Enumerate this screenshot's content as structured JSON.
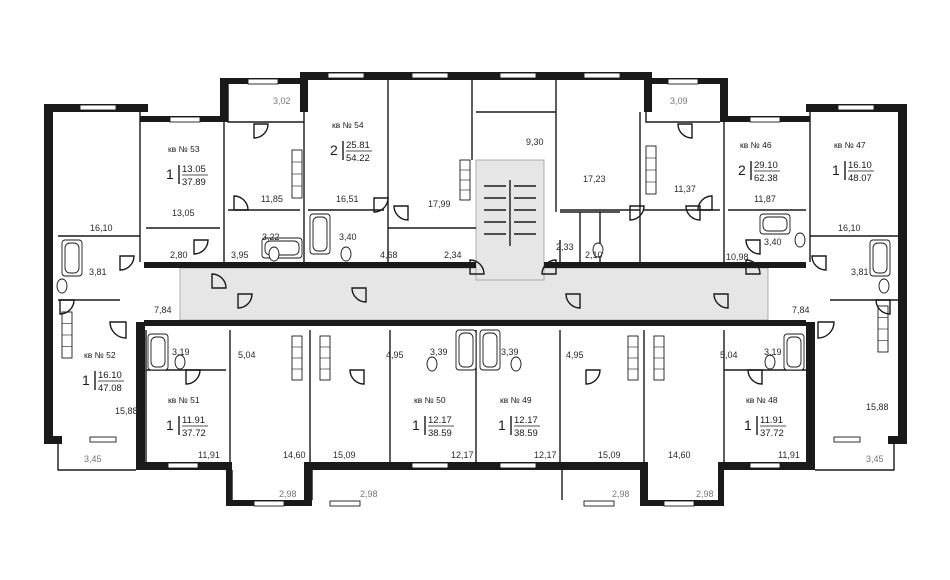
{
  "apartments": [
    {
      "id": "53",
      "prefix": "кв",
      "no": "№ 53",
      "rooms": "1",
      "living": "13.05",
      "total": "37.89"
    },
    {
      "id": "54",
      "prefix": "кв",
      "no": "№ 54",
      "rooms": "2",
      "living": "25.81",
      "total": "54.22"
    },
    {
      "id": "46",
      "prefix": "кв",
      "no": "№ 46",
      "rooms": "2",
      "living": "29.10",
      "total": "62.38"
    },
    {
      "id": "47",
      "prefix": "кв",
      "no": "№ 47",
      "rooms": "1",
      "living": "16.10",
      "total": "48.07"
    },
    {
      "id": "52",
      "prefix": "кв",
      "no": "№ 52",
      "rooms": "1",
      "living": "16.10",
      "total": "47.08"
    },
    {
      "id": "51",
      "prefix": "кв",
      "no": "№ 51",
      "rooms": "1",
      "living": "11.91",
      "total": "37.72"
    },
    {
      "id": "50",
      "prefix": "кв",
      "no": "№ 50",
      "rooms": "1",
      "living": "12.17",
      "total": "38.59"
    },
    {
      "id": "49",
      "prefix": "кв",
      "no": "№ 49",
      "rooms": "1",
      "living": "12.17",
      "total": "38.59"
    },
    {
      "id": "48",
      "prefix": "кв",
      "no": "№ 48",
      "rooms": "1",
      "living": "11.91",
      "total": "37.72"
    }
  ],
  "room_areas": {
    "a_3_02": "3,02",
    "a_3_09": "3,09",
    "a_9_30": "9,30",
    "a_16_10_l": "16,10",
    "a_13_05": "13,05",
    "a_11_85": "11,85",
    "a_16_51": "16,51",
    "a_17_99": "17,99",
    "a_17_23": "17,23",
    "a_11_37": "11,37",
    "a_11_87": "11,87",
    "a_16_10_r": "16,10",
    "a_3_22": "3,22",
    "a_3_40_l": "3,40",
    "a_3_40_r": "3,40",
    "a_2_80": "2,80",
    "a_3_95": "3,95",
    "a_4_68": "4,68",
    "a_2_34": "2,34",
    "a_2_33": "2,33",
    "a_2_10": "2,10",
    "a_10_98": "10,98",
    "a_3_81_l": "3,81",
    "a_3_81_r": "3,81",
    "a_7_84_l": "7,84",
    "a_7_84_r": "7,84",
    "a_3_19_l": "3,19",
    "a_5_04_l": "5,04",
    "a_4_95_l": "4,95",
    "a_3_39_l": "3,39",
    "a_3_39_r": "3,39",
    "a_4_95_r": "4,95",
    "a_5_04_r": "5,04",
    "a_3_19_r": "3,19",
    "a_15_88_l": "15,88",
    "a_15_88_r": "15,88",
    "a_3_45_l": "3,45",
    "a_3_45_r": "3,45",
    "a_11_91_l": "11,91",
    "a_14_60_l": "14,60",
    "a_15_09_l": "15,09",
    "a_12_17_l": "12,17",
    "a_12_17_r": "12,17",
    "a_15_09_r": "15,09",
    "a_14_60_r": "14,60",
    "a_11_91_r": "11,91",
    "a_2_98_1": "2,98",
    "a_2_98_2": "2,98",
    "a_2_98_3": "2,98",
    "a_2_98_4": "2,98"
  }
}
